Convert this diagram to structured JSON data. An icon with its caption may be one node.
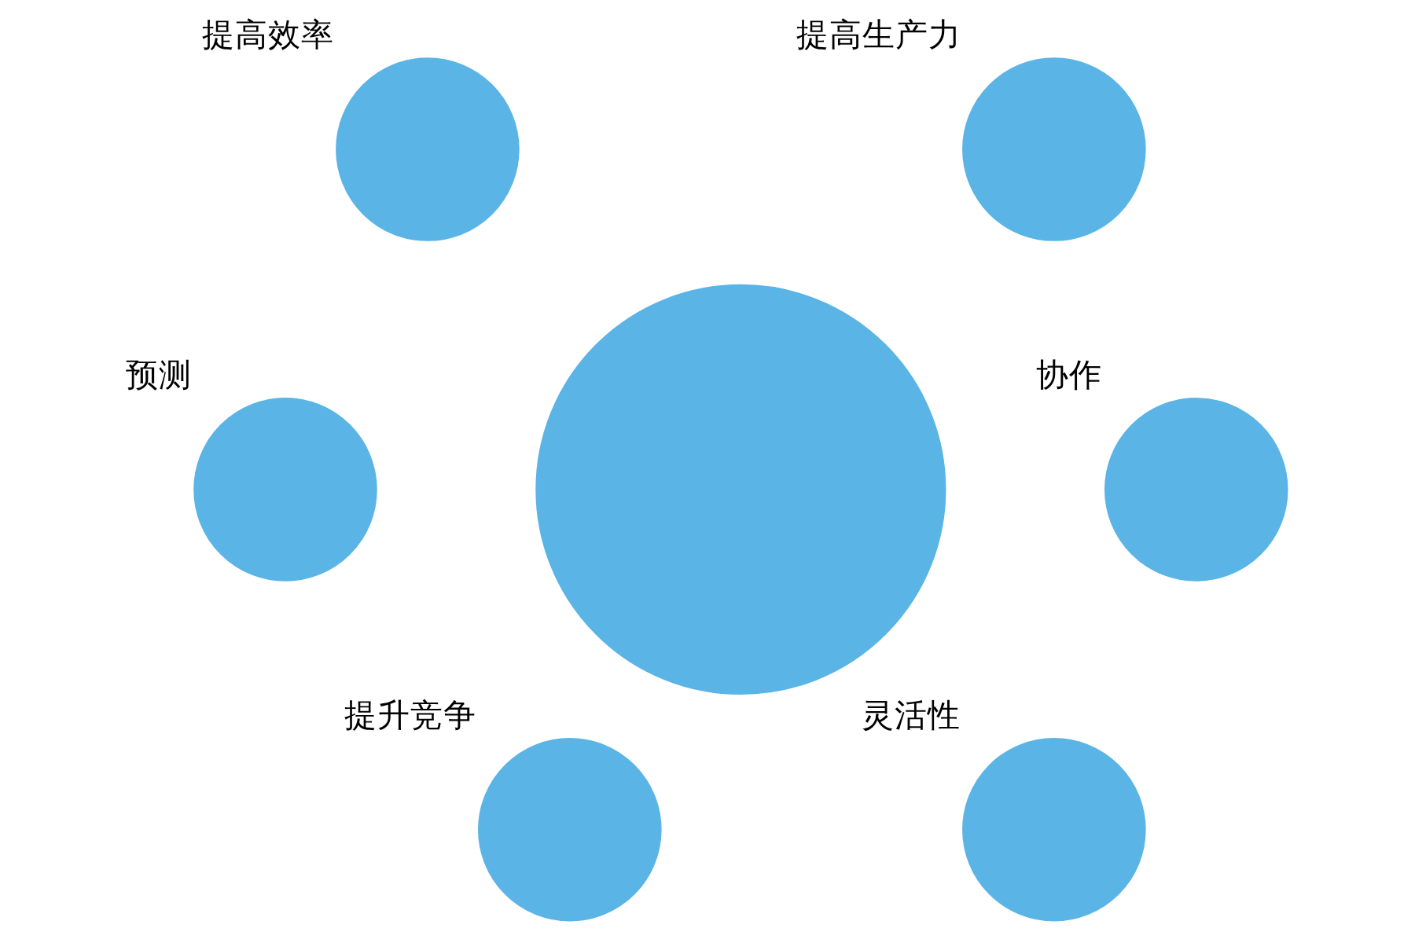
{
  "diagram": {
    "nodes": [
      {
        "text": [],
        "shape": "circle"
      },
      {
        "text": [],
        "shape": "circle",
        "beside": [
          "提高效率"
        ]
      },
      {
        "text": [],
        "shape": "circle",
        "beside": [
          "提高生产力"
        ]
      },
      {
        "text": [],
        "shape": "circle",
        "beside": [
          "预测"
        ]
      },
      {
        "text": [],
        "shape": "circle",
        "beside": [
          "协作"
        ]
      },
      {
        "text": [],
        "shape": "circle",
        "beside": [
          "提升竞争"
        ]
      },
      {
        "text": [],
        "shape": "circle",
        "beside": [
          "灵活性"
        ]
      }
    ],
    "edges": []
  }
}
